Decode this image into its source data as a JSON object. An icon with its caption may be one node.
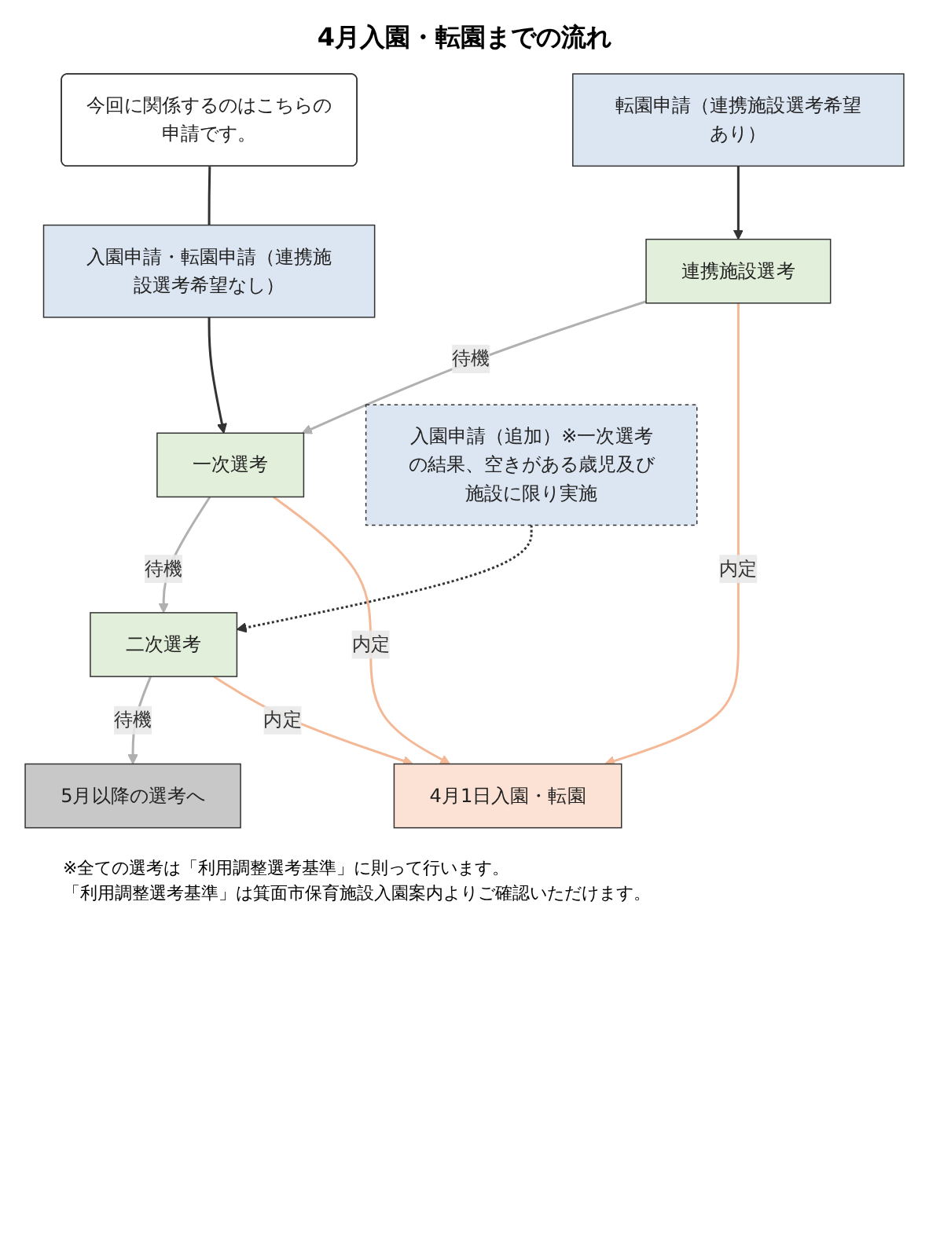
{
  "diagram": {
    "title": "4月入園・転園までの流れ",
    "nodes": [
      {
        "text": [
          "入園申請・転園申請（連携施設選考希望なし）"
        ]
      },
      {
        "text": [
          "転園申請（連携施設選考希望あり）"
        ]
      },
      {
        "text": [
          "今回に関係するのはこちらの申請です。"
        ]
      },
      {
        "text": [
          "連携施設選考"
        ]
      },
      {
        "text": [
          "一次選考"
        ]
      },
      {
        "text": [
          "入園申請（追加）※一次選考の結果、空きがある歳児及び施設に限り実施"
        ]
      },
      {
        "text": [
          "二次選考"
        ]
      },
      {
        "text": [
          "5月以降の選考へ"
        ]
      },
      {
        "text": [
          "4月1日入園・転園"
        ]
      }
    ],
    "edges": [
      {
        "from": 2,
        "to": 0,
        "arrow": "none"
      },
      {
        "from": 0,
        "to": 4,
        "arrow": "to"
      },
      {
        "from": 1,
        "to": 3,
        "arrow": "to"
      },
      {
        "from": 3,
        "to": 4,
        "arrow": "to",
        "label": "待機",
        "color": "#b0b0b0"
      },
      {
        "from": 3,
        "to": 8,
        "arrow": "to",
        "label": "内定",
        "color": "#f4b896"
      },
      {
        "from": 4,
        "to": 6,
        "arrow": "to",
        "label": "待機",
        "color": "#b0b0b0"
      },
      {
        "from": 4,
        "to": 8,
        "arrow": "to",
        "label": "内定",
        "color": "#f4b896"
      },
      {
        "from": 5,
        "to": 6,
        "arrow": "to",
        "style": "dashed"
      },
      {
        "from": 6,
        "to": 7,
        "arrow": "to",
        "label": "待機",
        "color": "#b0b0b0"
      },
      {
        "from": 6,
        "to": 8,
        "arrow": "to",
        "label": "内定",
        "color": "#f4b896"
      }
    ],
    "labels": [
      "※全ての選考は「利用調整選考基準」に則って行います。",
      "「利用調整選考基準」は箕面市保育施設入園案内よりご確認いただけます。"
    ]
  }
}
